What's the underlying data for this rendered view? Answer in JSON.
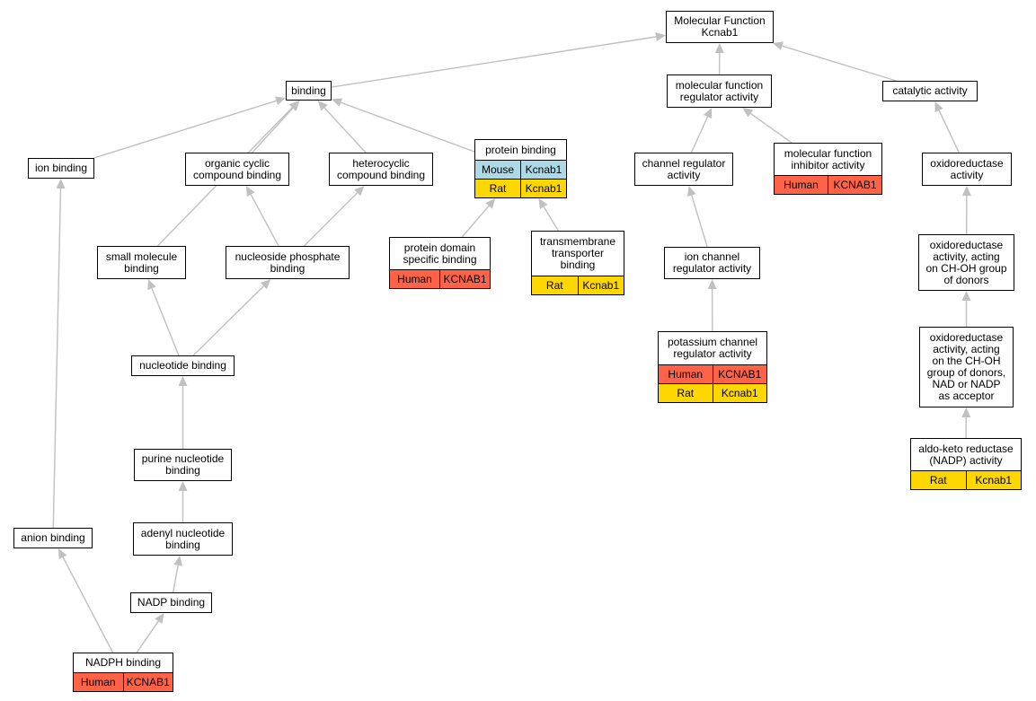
{
  "colors": {
    "Human": "#ff6347",
    "Mouse": "#add8e6",
    "Rat": "#ffd700",
    "edge": "#c0c0c0",
    "border": "#000000"
  },
  "nodes": {
    "root": {
      "label": "Molecular Function\nKcnab1"
    },
    "binding": {
      "label": "binding"
    },
    "mf_regulator": {
      "label": "molecular function\nregulator activity"
    },
    "catalytic": {
      "label": "catalytic activity"
    },
    "ion_binding": {
      "label": "ion binding"
    },
    "organic_cyclic": {
      "label": "organic cyclic\ncompound binding"
    },
    "heterocyclic": {
      "label": "heterocyclic\ncompound binding"
    },
    "protein_binding": {
      "label": "protein binding",
      "annotations": [
        {
          "species": "Mouse",
          "gene": "Kcnab1"
        },
        {
          "species": "Rat",
          "gene": "Kcnab1"
        }
      ]
    },
    "channel_regulator": {
      "label": "channel regulator\nactivity"
    },
    "mf_inhibitor": {
      "label": "molecular function\ninhibitor activity",
      "annotations": [
        {
          "species": "Human",
          "gene": "KCNAB1"
        }
      ]
    },
    "oxidoreductase": {
      "label": "oxidoreductase\nactivity"
    },
    "small_molecule": {
      "label": "small molecule\nbinding"
    },
    "nucleoside_phosphate": {
      "label": "nucleoside phosphate\nbinding"
    },
    "protein_domain": {
      "label": "protein domain\nspecific binding",
      "annotations": [
        {
          "species": "Human",
          "gene": "KCNAB1"
        }
      ]
    },
    "transmembrane": {
      "label": "transmembrane\ntransporter\nbinding",
      "annotations": [
        {
          "species": "Rat",
          "gene": "Kcnab1"
        }
      ]
    },
    "ion_channel_reg": {
      "label": "ion channel\nregulator activity"
    },
    "oxido_chOH": {
      "label": "oxidoreductase\nactivity, acting\non CH-OH group\nof donors"
    },
    "potassium_channel_reg": {
      "label": "potassium channel\nregulator activity",
      "annotations": [
        {
          "species": "Human",
          "gene": "KCNAB1"
        },
        {
          "species": "Rat",
          "gene": "Kcnab1"
        }
      ]
    },
    "nucleotide": {
      "label": "nucleotide binding"
    },
    "oxido_nad": {
      "label": "oxidoreductase\nactivity, acting\non the CH-OH\ngroup of donors,\nNAD or NADP\nas acceptor"
    },
    "purine_nucleotide": {
      "label": "purine nucleotide\nbinding"
    },
    "aldo_keto": {
      "label": "aldo-keto reductase\n(NADP) activity",
      "annotations": [
        {
          "species": "Rat",
          "gene": "Kcnab1"
        }
      ]
    },
    "anion_binding": {
      "label": "anion binding"
    },
    "adenyl_nucleotide": {
      "label": "adenyl nucleotide\nbinding"
    },
    "nadp_binding": {
      "label": "NADP binding"
    },
    "nadph_binding": {
      "label": "NADPH binding",
      "annotations": [
        {
          "species": "Human",
          "gene": "KCNAB1"
        }
      ]
    }
  },
  "edges": [
    [
      "binding",
      "root"
    ],
    [
      "mf_regulator",
      "root"
    ],
    [
      "catalytic",
      "root"
    ],
    [
      "ion_binding",
      "binding"
    ],
    [
      "organic_cyclic",
      "binding"
    ],
    [
      "heterocyclic",
      "binding"
    ],
    [
      "protein_binding",
      "binding"
    ],
    [
      "small_molecule",
      "binding"
    ],
    [
      "channel_regulator",
      "mf_regulator"
    ],
    [
      "mf_inhibitor",
      "mf_regulator"
    ],
    [
      "oxidoreductase",
      "catalytic"
    ],
    [
      "nucleoside_phosphate",
      "organic_cyclic"
    ],
    [
      "nucleoside_phosphate",
      "heterocyclic"
    ],
    [
      "protein_domain",
      "protein_binding"
    ],
    [
      "transmembrane",
      "protein_binding"
    ],
    [
      "ion_channel_reg",
      "channel_regulator"
    ],
    [
      "oxido_chOH",
      "oxidoreductase"
    ],
    [
      "potassium_channel_reg",
      "ion_channel_reg"
    ],
    [
      "nucleotide",
      "small_molecule"
    ],
    [
      "nucleotide",
      "nucleoside_phosphate"
    ],
    [
      "oxido_nad",
      "oxido_chOH"
    ],
    [
      "purine_nucleotide",
      "nucleotide"
    ],
    [
      "aldo_keto",
      "oxido_nad"
    ],
    [
      "anion_binding",
      "ion_binding"
    ],
    [
      "adenyl_nucleotide",
      "purine_nucleotide"
    ],
    [
      "nadp_binding",
      "adenyl_nucleotide"
    ],
    [
      "nadph_binding",
      "anion_binding"
    ],
    [
      "nadph_binding",
      "nadp_binding"
    ]
  ]
}
